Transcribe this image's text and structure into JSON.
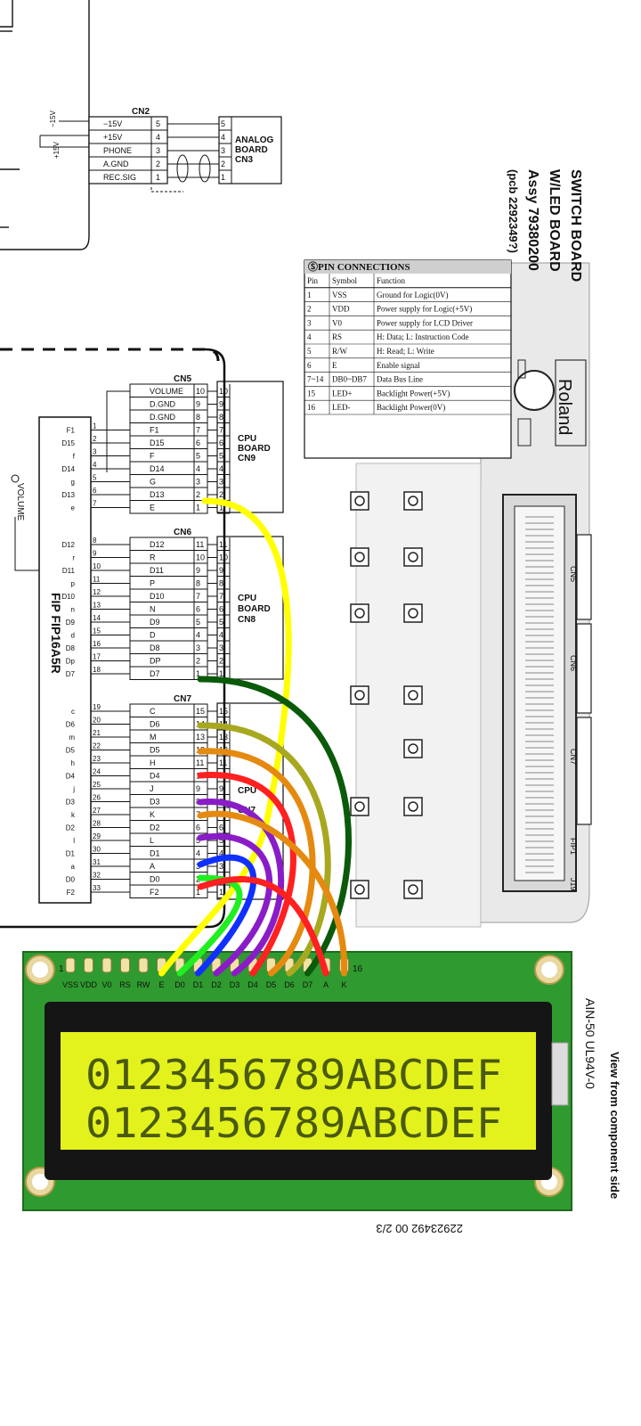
{
  "cn2": {
    "label": "CN2",
    "pins": [
      {
        "name": "−15V",
        "num": "5"
      },
      {
        "name": "+15V",
        "num": "4"
      },
      {
        "name": "PHONE",
        "num": "3"
      },
      {
        "name": "A.GND",
        "num": "2"
      },
      {
        "name": "REC.SIG",
        "num": "1"
      }
    ],
    "target_lines": [
      "ANALOG",
      "BOARD",
      "CN3"
    ],
    "rail_neg": "−15V",
    "rail_pos": "+15V"
  },
  "cn5": {
    "label": "CN5",
    "pins": [
      {
        "name": "VOLUME",
        "num": "10"
      },
      {
        "name": "D.GND",
        "num": "9"
      },
      {
        "name": "D.GND",
        "num": "8"
      },
      {
        "name": "F1",
        "num": "7"
      },
      {
        "name": "D15",
        "num": "6"
      },
      {
        "name": "F",
        "num": "5"
      },
      {
        "name": "D14",
        "num": "4"
      },
      {
        "name": "G",
        "num": "3"
      },
      {
        "name": "D13",
        "num": "2"
      },
      {
        "name": "E",
        "num": "1"
      }
    ],
    "target_lines": [
      "CPU",
      "BOARD",
      "CN9"
    ]
  },
  "cn6": {
    "label": "CN6",
    "pins": [
      {
        "name": "D12",
        "num": "11"
      },
      {
        "name": "R",
        "num": "10"
      },
      {
        "name": "D11",
        "num": "9"
      },
      {
        "name": "P",
        "num": "8"
      },
      {
        "name": "D10",
        "num": "7"
      },
      {
        "name": "N",
        "num": "6"
      },
      {
        "name": "D9",
        "num": "5"
      },
      {
        "name": "D",
        "num": "4"
      },
      {
        "name": "D8",
        "num": "3"
      },
      {
        "name": "DP",
        "num": "2"
      },
      {
        "name": "D7",
        "num": "1"
      }
    ],
    "target_lines": [
      "CPU",
      "BOARD",
      "CN8"
    ]
  },
  "cn7": {
    "label": "CN7",
    "pins": [
      {
        "name": "C",
        "num": "15"
      },
      {
        "name": "D6",
        "num": "14"
      },
      {
        "name": "M",
        "num": "13"
      },
      {
        "name": "D5",
        "num": "12"
      },
      {
        "name": "H",
        "num": "11"
      },
      {
        "name": "D4",
        "num": "10"
      },
      {
        "name": "J",
        "num": "9"
      },
      {
        "name": "D3",
        "num": "8"
      },
      {
        "name": "K",
        "num": "7"
      },
      {
        "name": "D2",
        "num": "6"
      },
      {
        "name": "L",
        "num": "5"
      },
      {
        "name": "D1",
        "num": "4"
      },
      {
        "name": "A",
        "num": "3"
      },
      {
        "name": "D0",
        "num": "2"
      },
      {
        "name": "F2",
        "num": "1"
      }
    ],
    "target_lines": [
      "CPU",
      "CN7"
    ]
  },
  "fip": {
    "label": "FIP FIP16A5R",
    "pins": [
      {
        "name": "F1",
        "num": "1"
      },
      {
        "name": "D15",
        "num": "2"
      },
      {
        "name": "f",
        "num": "3"
      },
      {
        "name": "D14",
        "num": "4"
      },
      {
        "name": "g",
        "num": "5"
      },
      {
        "name": "D13",
        "num": "6"
      },
      {
        "name": "e",
        "num": "7"
      },
      {
        "name": "D12",
        "num": "8"
      },
      {
        "name": "r",
        "num": "9"
      },
      {
        "name": "D11",
        "num": "10"
      },
      {
        "name": "p",
        "num": "11"
      },
      {
        "name": "D10",
        "num": "12"
      },
      {
        "name": "n",
        "num": "13"
      },
      {
        "name": "D9",
        "num": "14"
      },
      {
        "name": "d",
        "num": "15"
      },
      {
        "name": "D8",
        "num": "16"
      },
      {
        "name": "Dp",
        "num": "17"
      },
      {
        "name": "D7",
        "num": "18"
      },
      {
        "name": "c",
        "num": "19"
      },
      {
        "name": "D6",
        "num": "20"
      },
      {
        "name": "m",
        "num": "21"
      },
      {
        "name": "D5",
        "num": "22"
      },
      {
        "name": "h",
        "num": "23"
      },
      {
        "name": "D4",
        "num": "24"
      },
      {
        "name": "j",
        "num": "25"
      },
      {
        "name": "D3",
        "num": "26"
      },
      {
        "name": "k",
        "num": "27"
      },
      {
        "name": "D2",
        "num": "28"
      },
      {
        "name": "l",
        "num": "29"
      },
      {
        "name": "D1",
        "num": "30"
      },
      {
        "name": "a",
        "num": "31"
      },
      {
        "name": "D0",
        "num": "32"
      },
      {
        "name": "F2",
        "num": "33"
      }
    ]
  },
  "volume_label": "VOLUME",
  "board_title": {
    "line1": "SWITCH BOARD",
    "line2": "W/LED BOARD",
    "line3": "Assy  79380200",
    "line4": "(pcb 2292349?)"
  },
  "pin_table": {
    "title": "ⓈPIN  CONNECTIONS",
    "headers": [
      "Pin",
      "Symbol",
      "Function"
    ],
    "rows": [
      [
        "1",
        "VSS",
        "Ground for Logic(0V)"
      ],
      [
        "2",
        "VDD",
        "Power supply for Logic(+5V)"
      ],
      [
        "3",
        "V0",
        "Power supply for LCD Driver"
      ],
      [
        "4",
        "RS",
        "H: Data;  L: Instruction Code"
      ],
      [
        "5",
        "R/W",
        "H: Read;  L: Write"
      ],
      [
        "6",
        "E",
        "Enable signal"
      ],
      [
        "7~14",
        "DB0~DB7",
        "Data Bus Line"
      ],
      [
        "15",
        "LED+",
        "Backlight Power(+5V)"
      ],
      [
        "16",
        "LED-",
        "Backlight Power(0V)"
      ]
    ]
  },
  "roland_logo": "Roland",
  "pcb_connectors": [
    "CN5",
    "CN6",
    "CN7",
    "FIP1",
    "J19"
  ],
  "lcd": {
    "pin_labels": [
      "VSS",
      "VDD",
      "V0",
      "RS",
      "RW",
      "E",
      "D0",
      "D1",
      "D2",
      "D3",
      "D4",
      "D5",
      "D6",
      "D7",
      "A",
      "K"
    ],
    "first_pin": "1",
    "last_pin": "16",
    "line1": "0123456789ABCDEF",
    "line2": "0123456789ABCDEF"
  },
  "side_notes": {
    "view": "View from component side",
    "part": "AIN-50  UL94V-0"
  },
  "footer_code": "22923492  00  2/3",
  "colors": {
    "pcb_green": "#2f9a2f",
    "lcd_yellow": "#e3f21c",
    "lcd_text": "#4a5a10",
    "wire_yellow": "#ffff00",
    "wire_darkgreen": "#0a5a0a",
    "wire_olive": "#a8a820",
    "wire_orange": "#e58a10",
    "wire_red": "#ff2020",
    "wire_purple": "#8a1cc8",
    "wire_blue": "#1030ff",
    "wire_green": "#20ee20"
  }
}
